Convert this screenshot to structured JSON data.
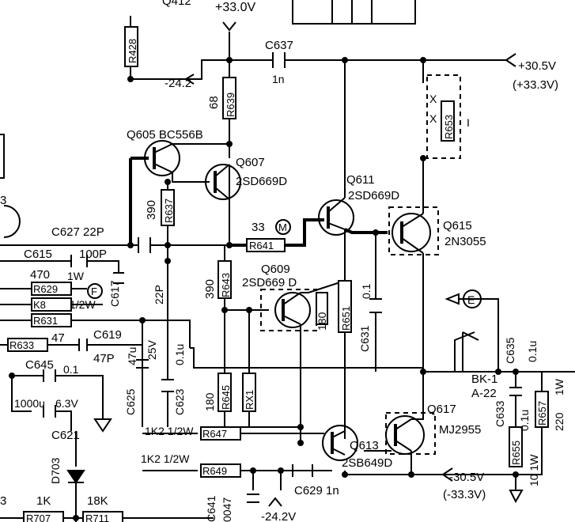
{
  "labels": {
    "q412": "Q412",
    "supply_33v": "+33.0V",
    "c637": "C637",
    "c637_value": "1n",
    "rail_plus_30v5": "+30.5V",
    "rail_plus_33v3": "(+33.3V)",
    "minus_24v2_top": "-24.2",
    "r428": "R428",
    "r639": "R639",
    "r639_value": "68",
    "r653": "R653",
    "r653_x1": "X",
    "r653_x2": "X",
    "r653_mark": "I",
    "q605": "Q605 BC556B",
    "q607": "Q607",
    "q607_type": "2SD669D",
    "q611": "Q611",
    "q611_type": "2SD669D",
    "q615": "Q615",
    "q615_type": "2N3055",
    "ref_3": "3",
    "r637": "R637",
    "r637_value": "390",
    "c627": "C627 22P",
    "r641_value": "33",
    "marker_m": "M",
    "r641": "R641",
    "c615": "C615",
    "c615_value": "100P",
    "q609": "Q609",
    "q609_type": "2SD669 D",
    "r643": "R643",
    "r643_value": "390",
    "r_180_right": "180",
    "r651": "R651",
    "c631_value": "0.1",
    "c631": "C631",
    "r629_value": "470",
    "r629_power": "1W",
    "r629": "R629",
    "marker_f": "F",
    "r_k8": "K8",
    "r_k8_power": "1/2W",
    "r631": "R631",
    "c617": "C617",
    "c617_value": "22P",
    "r633": "R633",
    "r633_value": "47",
    "c619": "C619",
    "c619_value": "47P",
    "c625_value": "47u",
    "c625_voltage": "25V",
    "c625": "C625",
    "c623_value": "0.1u",
    "c623": "C623",
    "c645": "C645",
    "c645_value": "0.1",
    "c621_value": "1000u",
    "c621_voltage": "6.3V",
    "c621": "C621",
    "r645_value": "180",
    "r645": "R645",
    "rx1": "RX1",
    "r647_value": "1K2 1/2W",
    "r647": "R647",
    "r649_value": "1K2 1/2W",
    "r649": "R649",
    "d703": "D703",
    "r707_value": "1K",
    "r711_value": "18K",
    "r707": "R707",
    "r711": "R711",
    "ref_3_bottom": "3",
    "c641": "C641",
    "c641_value": "0047",
    "minus_24v2_bottom": "-24.2V",
    "c629": "C629 1n",
    "q613": "Q613",
    "q613_type": "2SB649D",
    "q617": "Q617",
    "q617_type": "MJ2955",
    "bk1": "BK-1",
    "bk1_type": "A-22",
    "c635": "C635",
    "c635_value": "0.1u",
    "c633": "C633",
    "c633_value": "0.1u",
    "r657": "R657",
    "r657_power": "1W",
    "r657_value": "220",
    "r655": "R655",
    "r655_value": "10 1W",
    "rail_minus_30v5": "-30.5V",
    "rail_minus_33v3": "(-33.3V)",
    "marker_e": "E"
  }
}
